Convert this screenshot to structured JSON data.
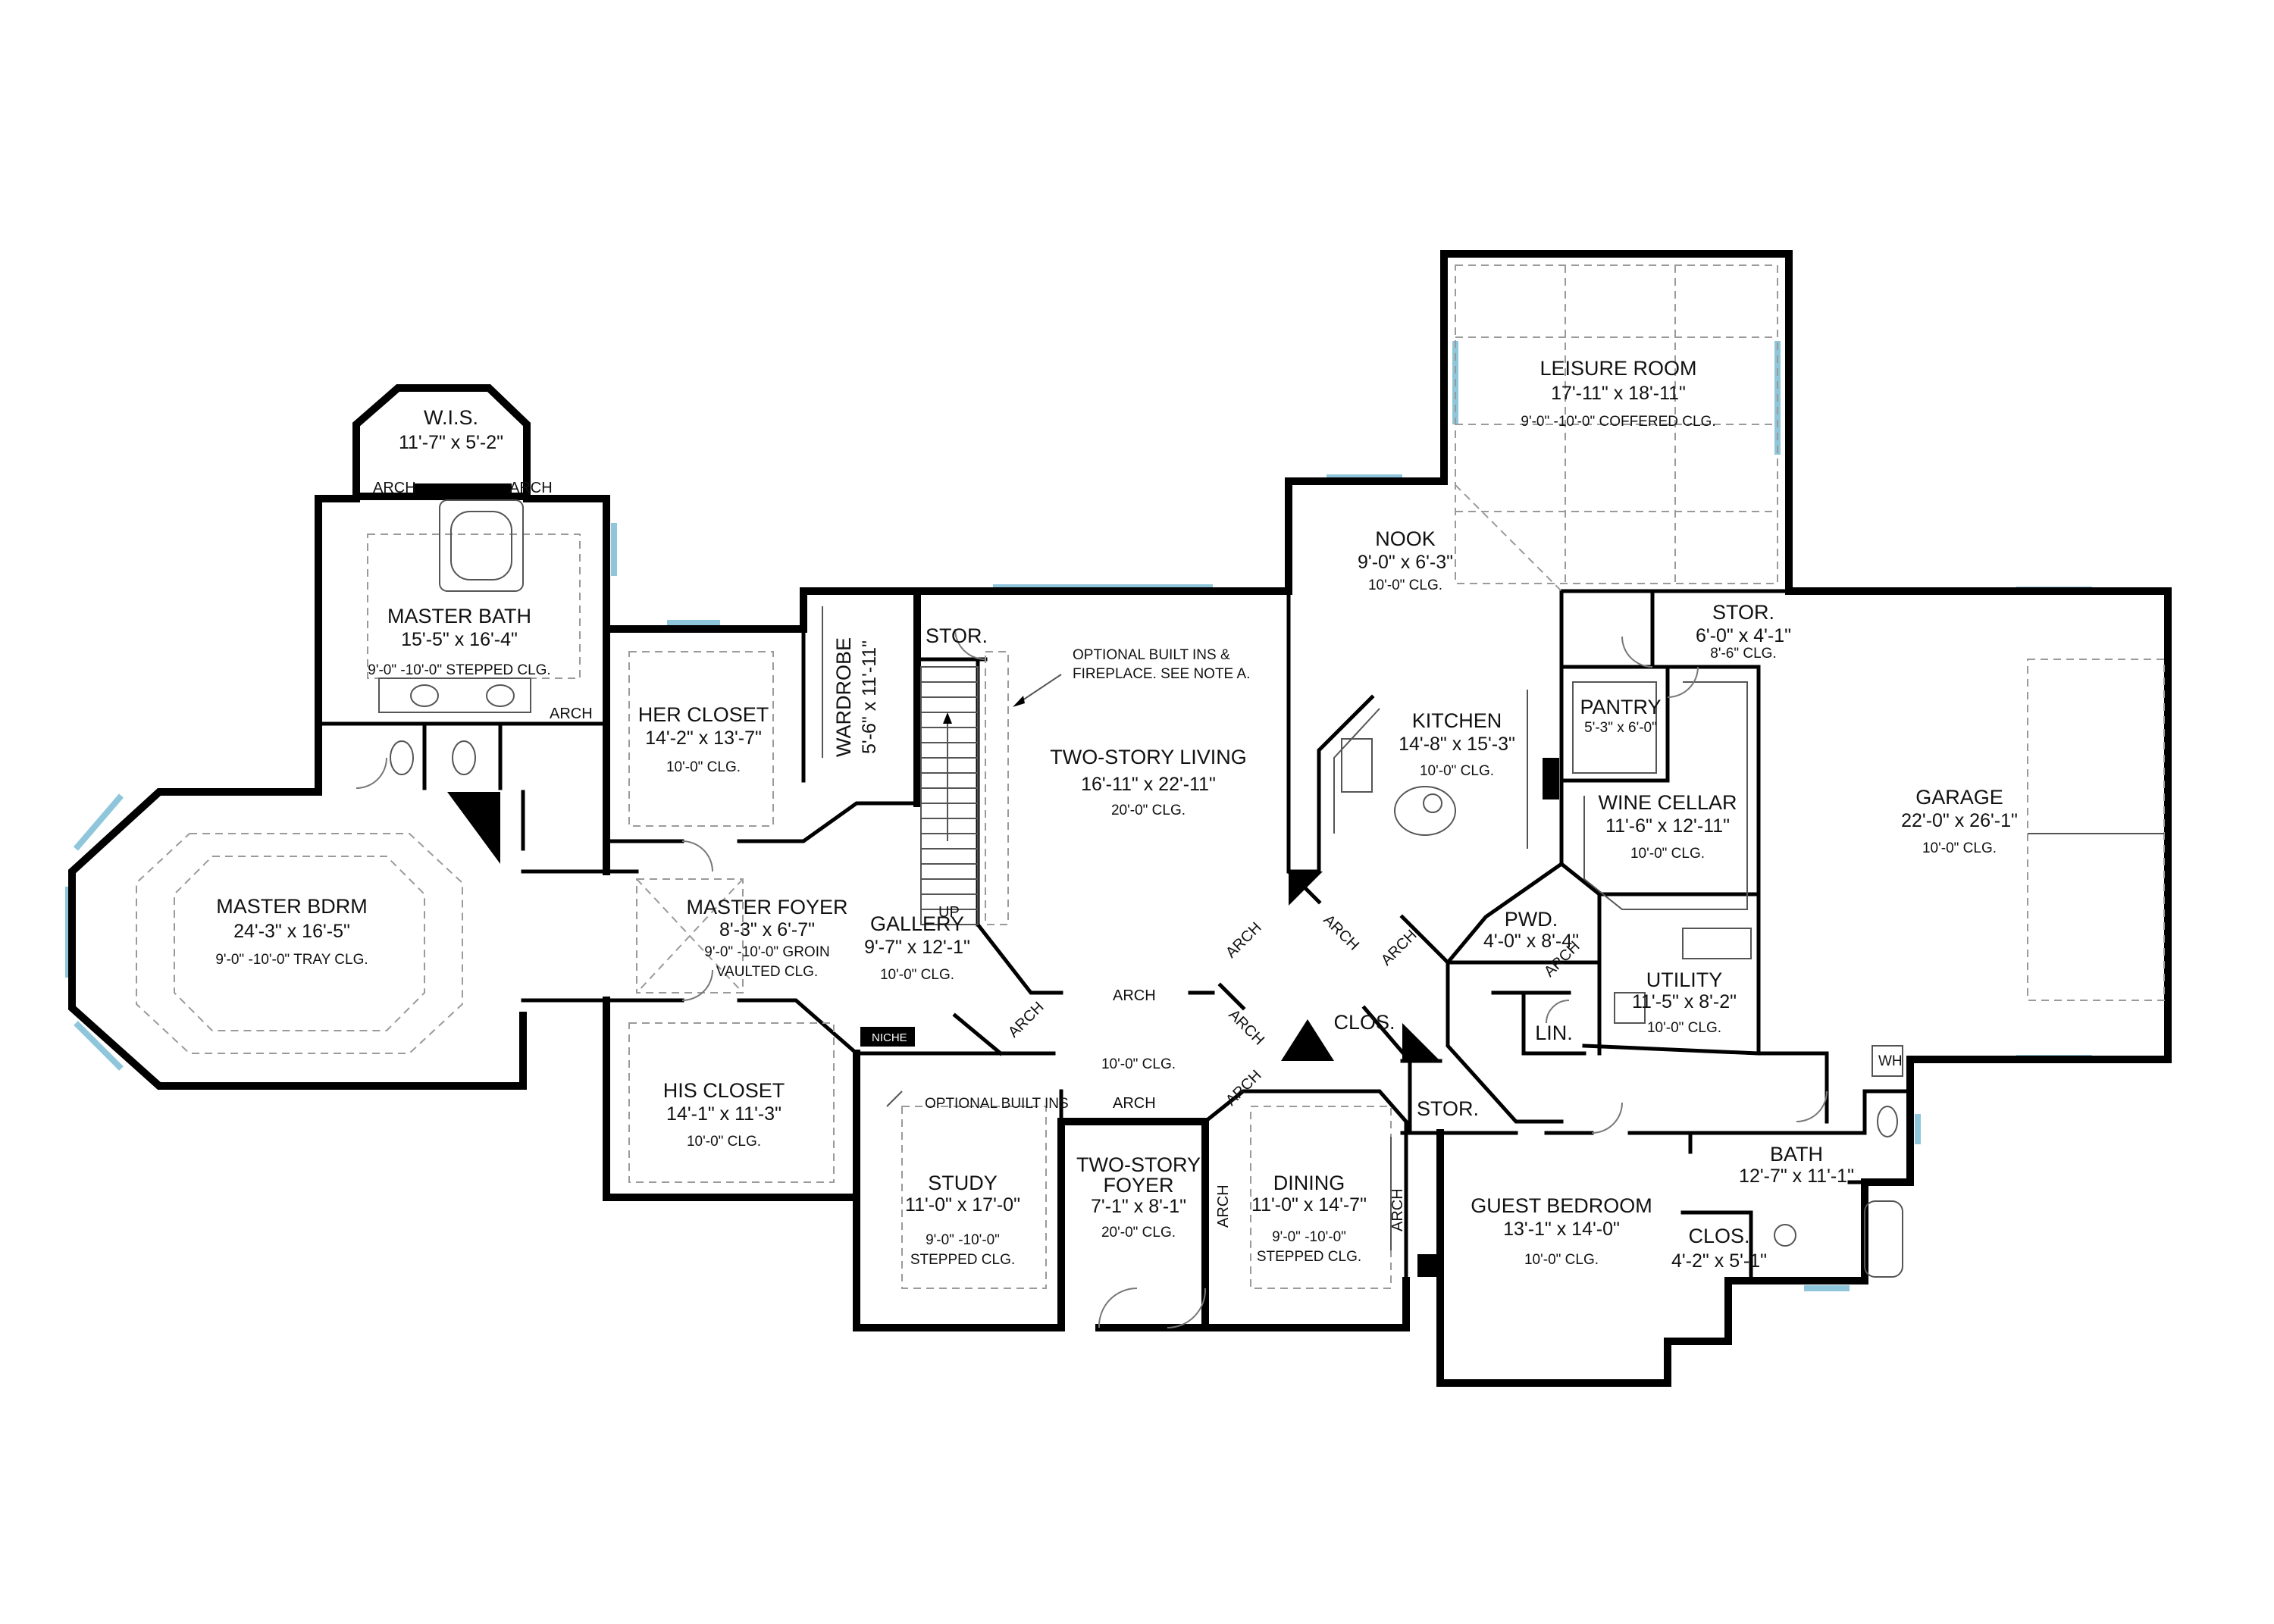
{
  "rooms": {
    "wis": {
      "name": "W.I.S.",
      "dims": "11'-7\" x 5'-2\""
    },
    "master_bath": {
      "name": "MASTER BATH",
      "dims": "15'-5\" x 16'-4\"",
      "clg": "9'-0\" -10'-0\" STEPPED CLG."
    },
    "master_bdrm": {
      "name": "MASTER BDRM",
      "dims": "24'-3\" x 16'-5\"",
      "clg": "9'-0\" -10'-0\" TRAY CLG."
    },
    "her_closet": {
      "name": "HER CLOSET",
      "dims": "14'-2\" x 13'-7\"",
      "clg": "10'-0\" CLG."
    },
    "his_closet": {
      "name": "HIS CLOSET",
      "dims": "14'-1\" x 11'-3\"",
      "clg": "10'-0\" CLG."
    },
    "wardrobe": {
      "name": "WARDROBE",
      "dims": "5'-6\" x 11'-11\""
    },
    "master_foyer": {
      "name": "MASTER FOYER",
      "dims": "8'-3\" x 6'-7\"",
      "clg1": "9'-0\" -10'-0\" GROIN",
      "clg2": "VAULTED CLG."
    },
    "gallery": {
      "name": "GALLERY",
      "dims": "9'-7\" x 12'-1\"",
      "clg": "10'-0\" CLG."
    },
    "stor_stair": {
      "name": "STOR."
    },
    "two_story_living": {
      "name": "TWO-STORY LIVING",
      "dims": "16'-11\" x 22'-11\"",
      "clg": "20'-0\" CLG."
    },
    "nook": {
      "name": "NOOK",
      "dims": "9'-0\" x 6'-3\"",
      "clg": "10'-0\" CLG."
    },
    "leisure_room": {
      "name": "LEISURE ROOM",
      "dims": "17'-11\" x 18'-11\"",
      "clg": "9'-0\" -10'-0\" COFFERED CLG."
    },
    "kitchen": {
      "name": "KITCHEN",
      "dims": "14'-8\" x 15'-3\"",
      "clg": "10'-0\" CLG."
    },
    "stor_top": {
      "name": "STOR.",
      "dims": "6'-0\" x 4'-1\"",
      "clg": "8'-6\" CLG."
    },
    "pantry": {
      "name": "PANTRY",
      "dims": "5'-3\" x 6'-0\""
    },
    "wine_cellar": {
      "name": "WINE CELLAR",
      "dims": "11'-6\" x 12'-11\"",
      "clg": "10'-0\" CLG."
    },
    "garage": {
      "name": "GARAGE",
      "dims": "22'-0\" x 26'-1\"",
      "clg": "10'-0\" CLG."
    },
    "pwd": {
      "name": "PWD.",
      "dims": "4'-0\" x 8'-4\""
    },
    "utility": {
      "name": "UTILITY",
      "dims": "11'-5\" x 8'-2\"",
      "clg": "10'-0\" CLG."
    },
    "lin": {
      "name": "LIN."
    },
    "entry_hall": {
      "clg": "10'-0\" CLG."
    },
    "clos_hall": {
      "name": "CLOS."
    },
    "stor_hall": {
      "name": "STOR."
    },
    "study": {
      "name": "STUDY",
      "dims": "11'-0\" x 17'-0\"",
      "clg1": "9'-0\" -10'-0\"",
      "clg2": "STEPPED CLG."
    },
    "two_story_foyer": {
      "name1": "TWO-STORY",
      "name2": "FOYER",
      "dims": "7'-1\" x 8'-1\"",
      "clg": "20'-0\" CLG."
    },
    "dining": {
      "name": "DINING",
      "dims": "11'-0\" x 14'-7\"",
      "clg1": "9'-0\" -10'-0\"",
      "clg2": "STEPPED CLG."
    },
    "guest_bedroom": {
      "name": "GUEST BEDROOM",
      "dims": "13'-1\" x 14'-0\"",
      "clg": "10'-0\" CLG."
    },
    "bath": {
      "name": "BATH",
      "dims": "12'-7\" x 11'-1\""
    },
    "clos_guest": {
      "name": "CLOS.",
      "dims": "4'-2\" x 5'-1\""
    }
  },
  "notes": {
    "optional_builtins_fireplace_1": "OPTIONAL BUILT INS &",
    "optional_builtins_fireplace_2": "FIREPLACE. SEE NOTE A.",
    "optional_builtins": "OPTIONAL BUILT INS"
  },
  "tags": {
    "arch": "ARCH",
    "niche": "NICHE",
    "up": "UP",
    "wh": "WH"
  }
}
